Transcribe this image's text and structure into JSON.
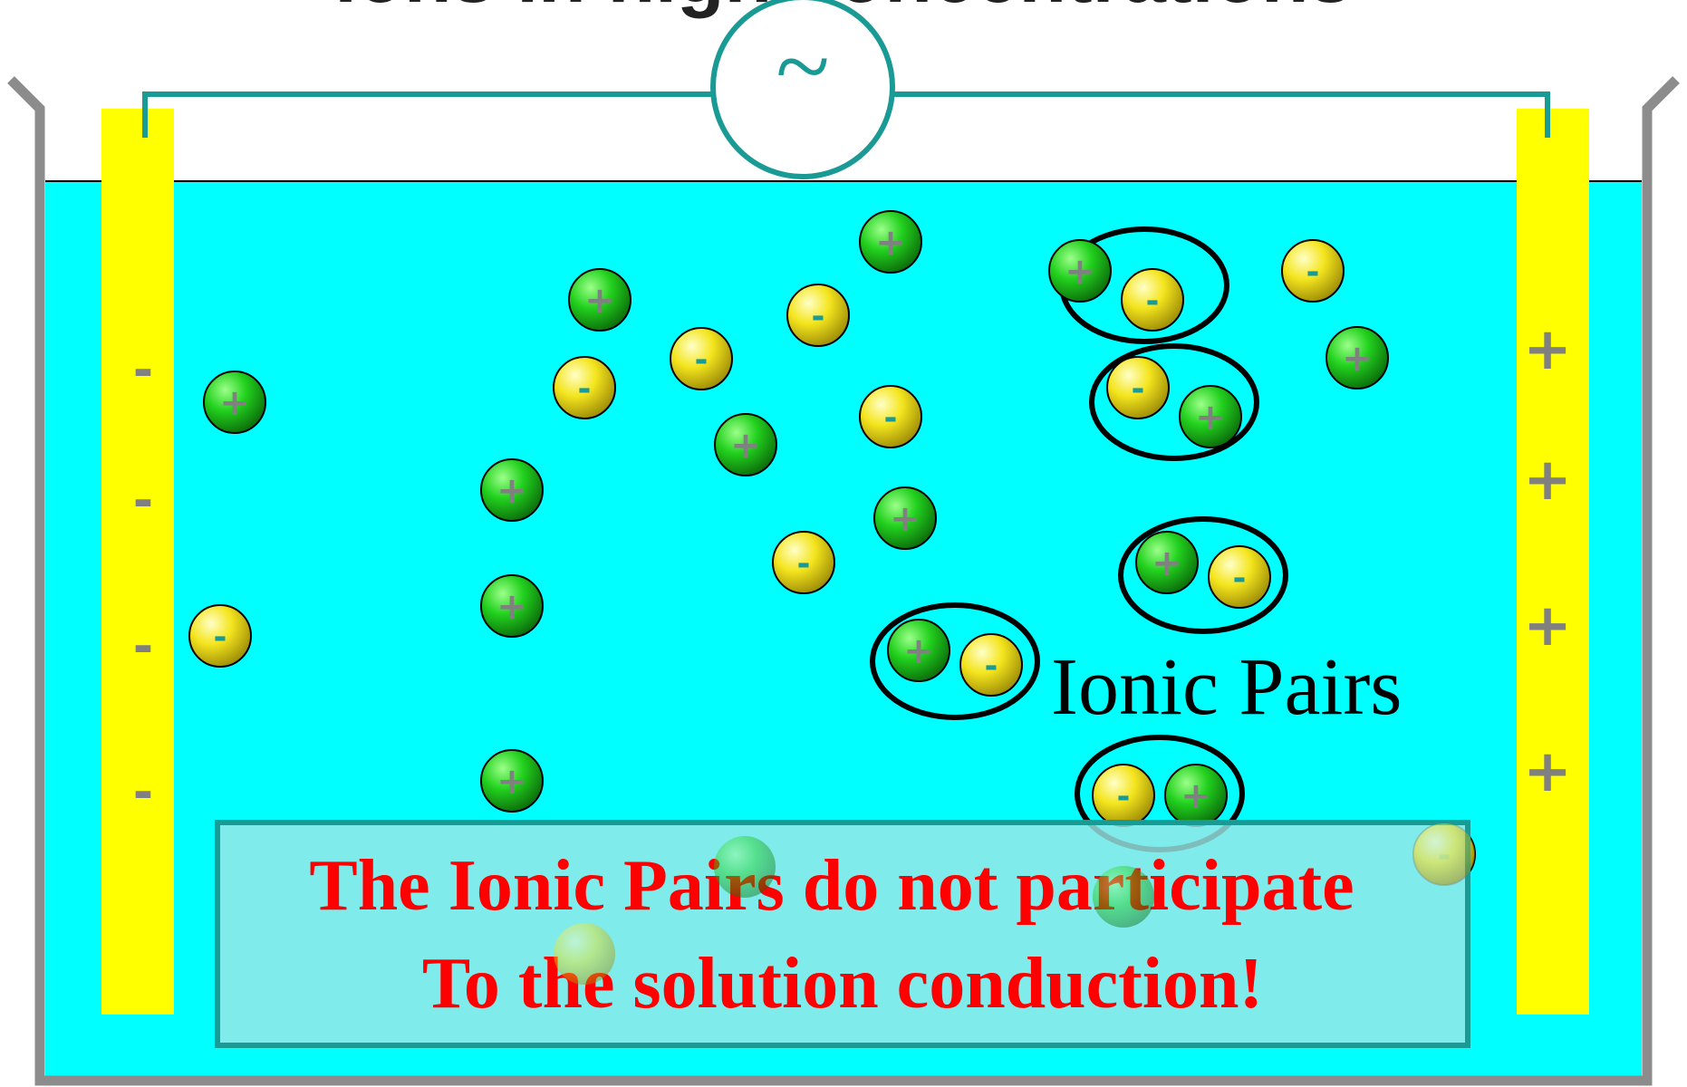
{
  "title_fragment": "Ions in high concentrations",
  "ac_source_symbol": "~",
  "electrode_left_signs": [
    "-",
    "-",
    "-",
    "-"
  ],
  "electrode_right_signs": [
    "+",
    "+",
    "+",
    "+"
  ],
  "ion_signs": {
    "cation": "+",
    "anion": "-"
  },
  "ionic_pairs_label": "Ionic Pairs",
  "message": {
    "line1": "The Ionic Pairs do not participate",
    "line2": "To the solution conduction!"
  },
  "colors": {
    "solution": "#00FFFF",
    "electrode": "#FFFF00",
    "tank_wall": "#8C8C8C",
    "wire": "#1A9A95",
    "cation_fill": "#19C31F",
    "anion_fill": "#F2E21A",
    "message_text": "#FF0000",
    "message_box_bg": "#9BE6E6",
    "message_box_border": "#1A9A95"
  }
}
